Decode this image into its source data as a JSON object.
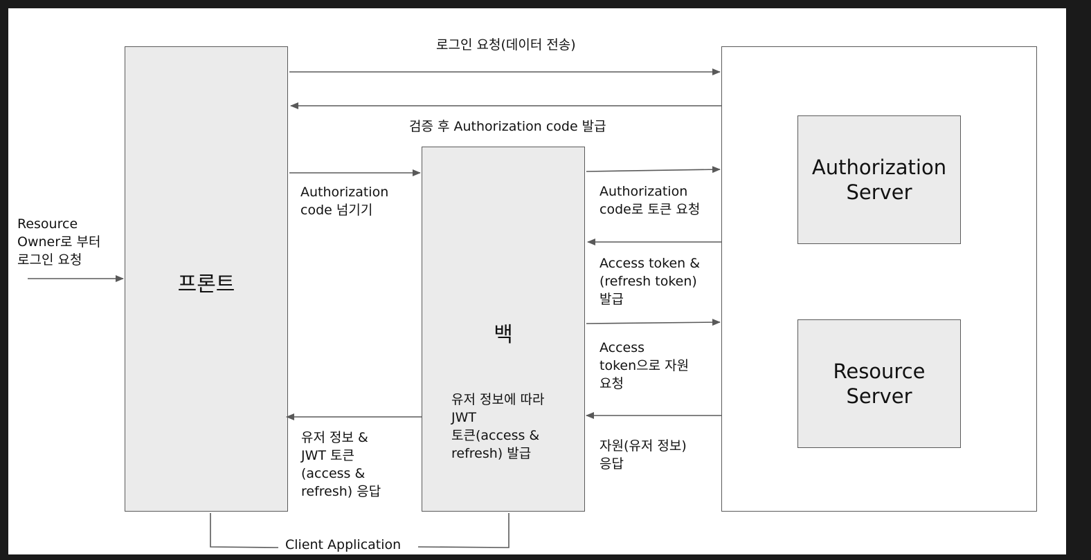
{
  "boxes": {
    "front": "프론트",
    "back": "백",
    "back_note": "유저 정보에 따라\nJWT\n토큰(access &\nrefresh) 발급",
    "auth_server": "Authorization\nServer",
    "resource_server": "Resource\nServer"
  },
  "labels": {
    "resource_owner": "Resource\nOwner로 부터\n로그인 요청",
    "login_request": "로그인 요청(데이터 전송)",
    "code_issue": "검증 후 Authorization code 발급",
    "code_pass": "Authorization\ncode 넘기기",
    "token_request": "Authorization\ncode로 토큰 요청",
    "token_issue": "Access token &\n(refresh token)\n발급",
    "resource_request": "Access\ntoken으로 자원\n요청",
    "resource_response": "자원(유저 정보)\n응답",
    "user_jwt_response": "유저 정보 &\nJWT 토큰\n(access &\nrefresh) 응답",
    "client_application": "Client Application"
  },
  "colors": {
    "line": "#595959",
    "box_fill": "#ebebeb",
    "text": "#111111"
  }
}
